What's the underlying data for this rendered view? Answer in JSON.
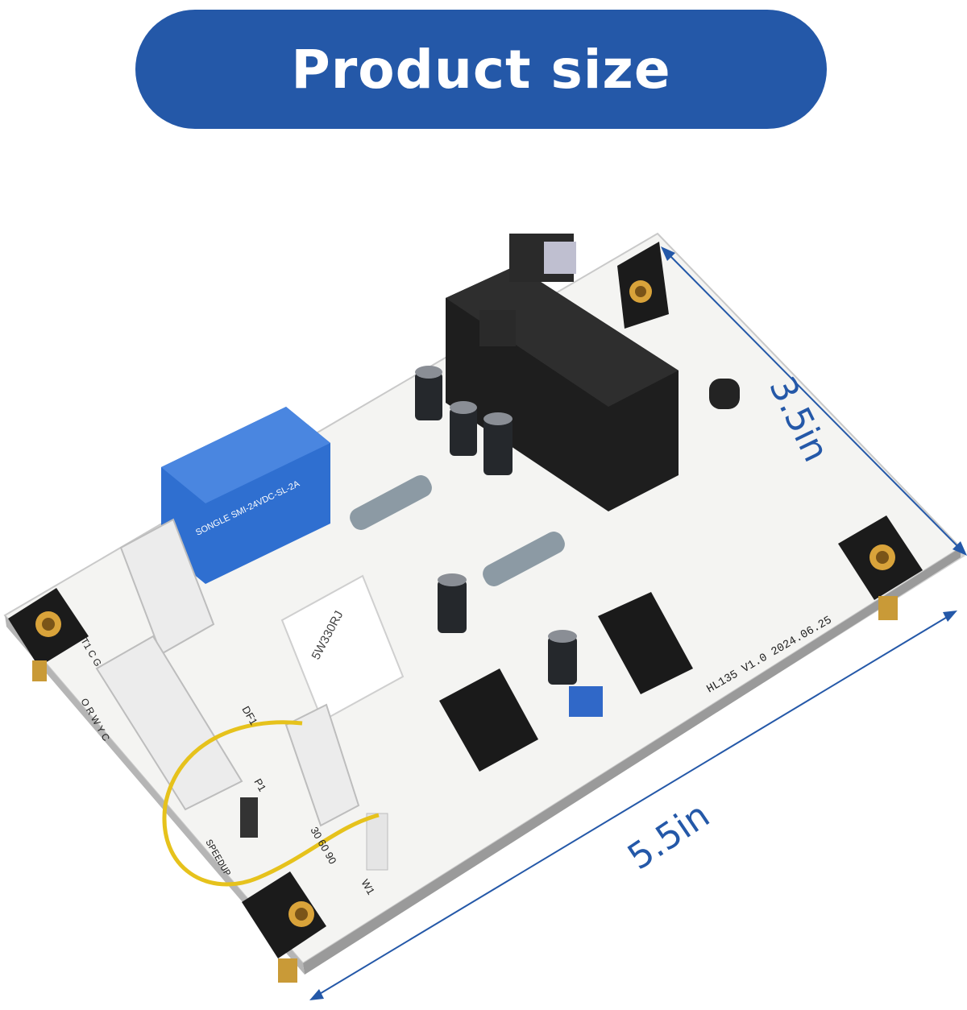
{
  "banner": {
    "title": "Product size"
  },
  "dimensions": {
    "height": "3.5in",
    "width": "5.5in"
  },
  "colors": {
    "accent": "#2458a8",
    "board": "#f4f4f2",
    "relay_blue": "#2f6fd0",
    "wire": "#e6c21c"
  },
  "board_labels": {
    "relay_small": "SONGLE SMI-24VDC-SL-2A",
    "revision": "HL135 V1.0 2024.06.25",
    "resistor_block": "5W330RJ",
    "speedup": "SPEEDUP",
    "p1": "P1",
    "df1": "DF1",
    "w1": "W1",
    "timing": "30 60 90",
    "terminals_top": "T1 C G",
    "terminals_bottom": "O R W Y C"
  }
}
